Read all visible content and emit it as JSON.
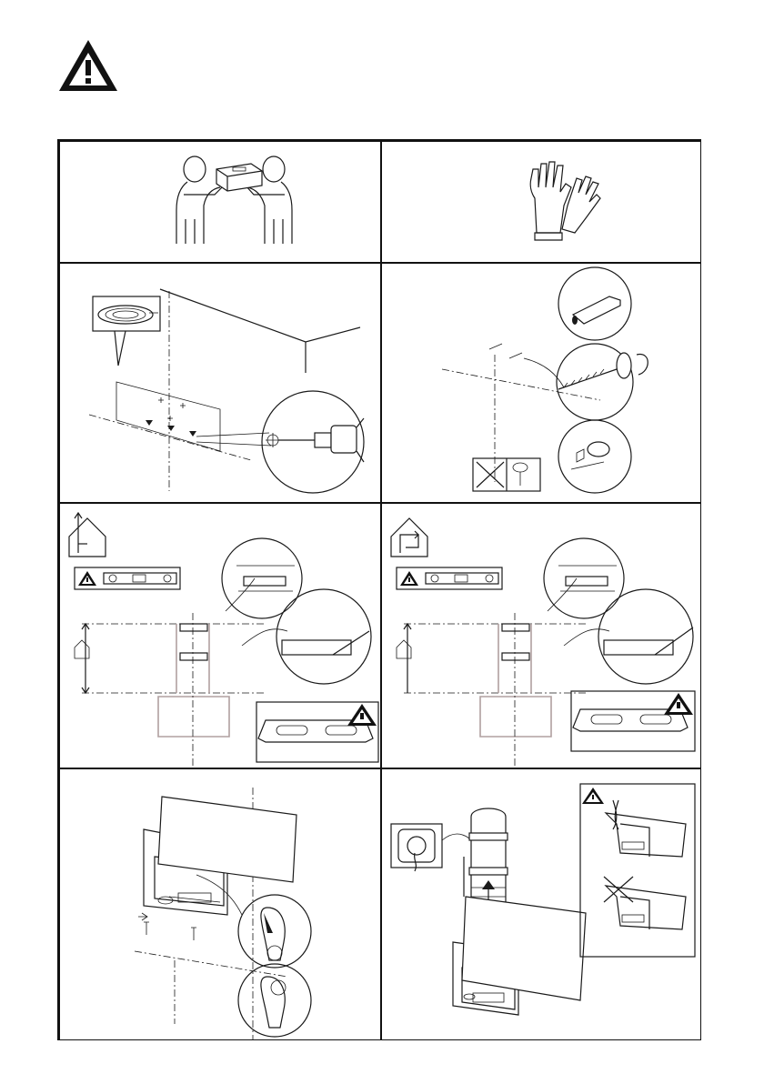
{
  "page": {
    "warning_icon": "warning-triangle-icon",
    "steps": [
      {
        "id": "two-person-lift",
        "icon": "two-people-carrying-icon"
      },
      {
        "id": "wear-gloves",
        "icon": "gloves-icon"
      },
      {
        "id": "mark-and-drill",
        "icon": "drill-icon"
      },
      {
        "id": "insert-plugs-screws",
        "icon": "wall-plug-icon"
      },
      {
        "id": "bracket-exhaust-version",
        "icon": "house-duct-icon"
      },
      {
        "id": "bracket-recirculation-version",
        "icon": "house-recirculation-icon"
      },
      {
        "id": "hang-hood",
        "icon": "keyhole-slot-icon"
      },
      {
        "id": "connect-chimney-power",
        "icon": "power-socket-icon"
      }
    ]
  }
}
